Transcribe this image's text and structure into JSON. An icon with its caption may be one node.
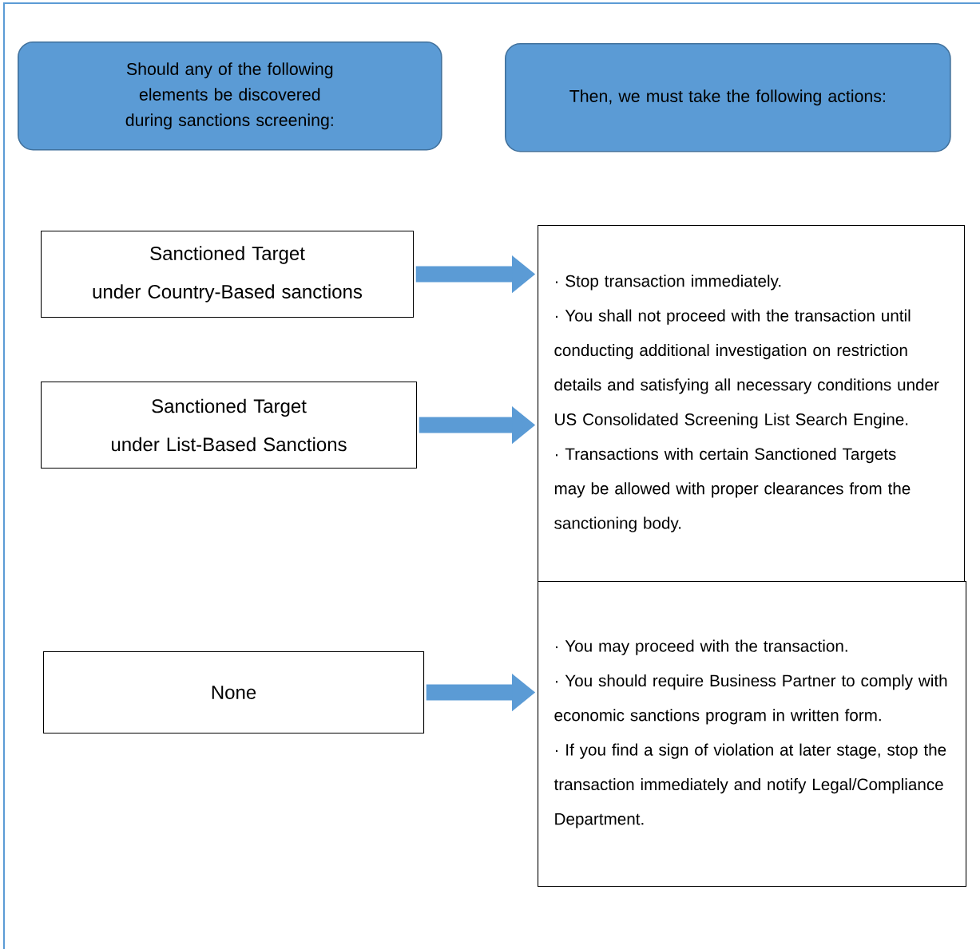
{
  "diagram": {
    "nodes": [
      {
        "text": [
          "Should any of the following elements be discovered during sanctions screening:"
        ]
      },
      {
        "text": [
          "Then, we must take the following actions:"
        ]
      },
      {
        "text": [
          "Sanctioned Target",
          "under Country-Based sanctions"
        ]
      },
      {
        "text": [
          "Sanctioned Target",
          "under List-Based Sanctions"
        ]
      },
      {
        "text": [
          "· Stop transaction immediately.",
          "· You shall not proceed with the transaction until conducting additional investigation on restriction details and satisfying all necessary conditions under US Consolidated Screening List Search Engine.",
          "· Transactions with certain Sanctioned Targets may be allowed with proper clearances from the sanctioning body."
        ]
      },
      {
        "text": [
          "None"
        ]
      },
      {
        "text": [
          "· You may proceed with the transaction.",
          "· You should require Business Partner to comply with economic sanctions program in written form.",
          "· If you find a sign of violation at later stage, stop the transaction immediately and notify Legal/Compliance Department."
        ]
      }
    ],
    "edges": [
      {
        "from": 2,
        "to": 4,
        "arrow": "to"
      },
      {
        "from": 3,
        "to": 4,
        "arrow": "to"
      },
      {
        "from": 5,
        "to": 6,
        "arrow": "to"
      }
    ]
  }
}
